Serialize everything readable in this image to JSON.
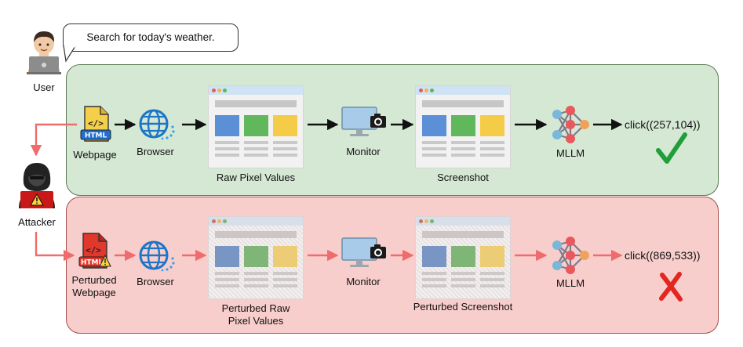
{
  "speech": {
    "text": "Search for today's weather."
  },
  "actors": {
    "user_label": "User",
    "attacker_label": "Attacker"
  },
  "top_row": {
    "webpage_label": "Webpage",
    "browser_label": "Browser",
    "raw_label": "Raw Pixel Values",
    "monitor_label": "Monitor",
    "screenshot_label": "Screenshot",
    "mllm_label": "MLLM",
    "output": "click((257,104))",
    "html_text": "HTML",
    "code_glyph": "</>",
    "result_icon": "check-icon",
    "result_color": "#1f9e3a"
  },
  "bottom_row": {
    "webpage_label_1": "Perturbed",
    "webpage_label_2": "Webpage",
    "browser_label": "Browser",
    "raw_label_1": "Perturbed Raw",
    "raw_label_2": "Pixel Values",
    "monitor_label": "Monitor",
    "screenshot_label": "Perturbed Screenshot",
    "mllm_label": "MLLM",
    "output": "click((869,533))",
    "html_text": "HTML",
    "code_glyph": "</>",
    "result_icon": "cross-icon",
    "result_color": "#e3261f"
  },
  "colors": {
    "top_panel": "#d5e8d4",
    "bottom_panel": "#f8cecc",
    "arrow_black": "#111111",
    "arrow_red": "#f06b6b",
    "block_blue": "#5b8fd6",
    "block_green": "#61b85c",
    "block_yellow": "#f5cc48"
  }
}
